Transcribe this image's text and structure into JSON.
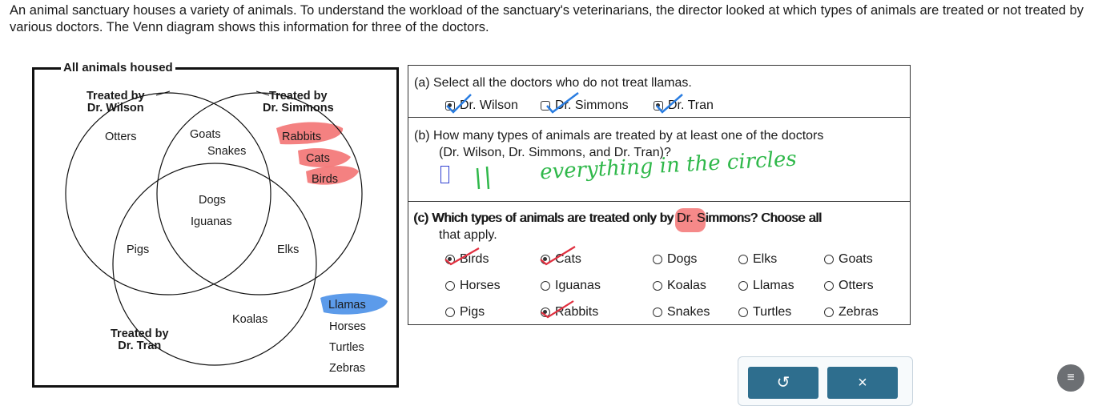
{
  "intro_text": "An animal sanctuary houses a variety of animals. To understand the workload of the sanctuary's veterinarians, the director looked at which types of animals are treated or not treated by various doctors. The Venn diagram shows this information for three of the doctors.",
  "venn": {
    "frame_title": "All animals housed",
    "wilson_label": [
      "Treated by",
      "Dr. Wilson"
    ],
    "simmons_label": [
      "Treated by",
      "Dr. Simmons"
    ],
    "tran_label": [
      "Treated by",
      "Dr. Tran"
    ],
    "animals": {
      "otters": "Otters",
      "goats": "Goats",
      "snakes": "Snakes",
      "rabbits": "Rabbits",
      "cats": "Cats",
      "birds": "Birds",
      "dogs": "Dogs",
      "iguanas": "Iguanas",
      "pigs": "Pigs",
      "elks": "Elks",
      "koalas": "Koalas",
      "llamas": "Llamas",
      "horses": "Horses",
      "turtles": "Turtles",
      "zebras": "Zebras"
    }
  },
  "question_a": {
    "text": "(a) Select all the doctors who do not treat llamas.",
    "options": [
      "Dr. Wilson",
      "Dr. Simmons",
      "Dr. Tran"
    ],
    "checked": [
      true,
      false,
      true
    ]
  },
  "question_b": {
    "text_line1": "(b) How many types of animals are treated by at least one of the doctors",
    "text_line2": "(Dr. Wilson, Dr. Simmons, and Dr. Tran)?",
    "handwritten_answer": "11",
    "handwritten_note": "everything in the circles"
  },
  "question_c": {
    "text_line1": "(c) Which types of animals are treated only by Dr. Simmons? Choose all",
    "text_line2": "that apply.",
    "options": [
      [
        "Birds",
        "Cats",
        "Dogs",
        "Elks",
        "Goats"
      ],
      [
        "Horses",
        "Iguanas",
        "Koalas",
        "Llamas",
        "Otters"
      ],
      [
        "Pigs",
        "Rabbits",
        "Snakes",
        "Turtles",
        "Zebras"
      ]
    ]
  },
  "buttons": {
    "undo_icon": "↺",
    "clear_icon": "×"
  },
  "helper_icon": "≡",
  "colors": {
    "highlight_red": "#f26b6b",
    "highlight_blue": "#4a90e8",
    "pen_green": "#2fb84a",
    "pen_blue": "#2a7de1",
    "pen_red": "#e03040",
    "button": "#2e6e8e"
  }
}
